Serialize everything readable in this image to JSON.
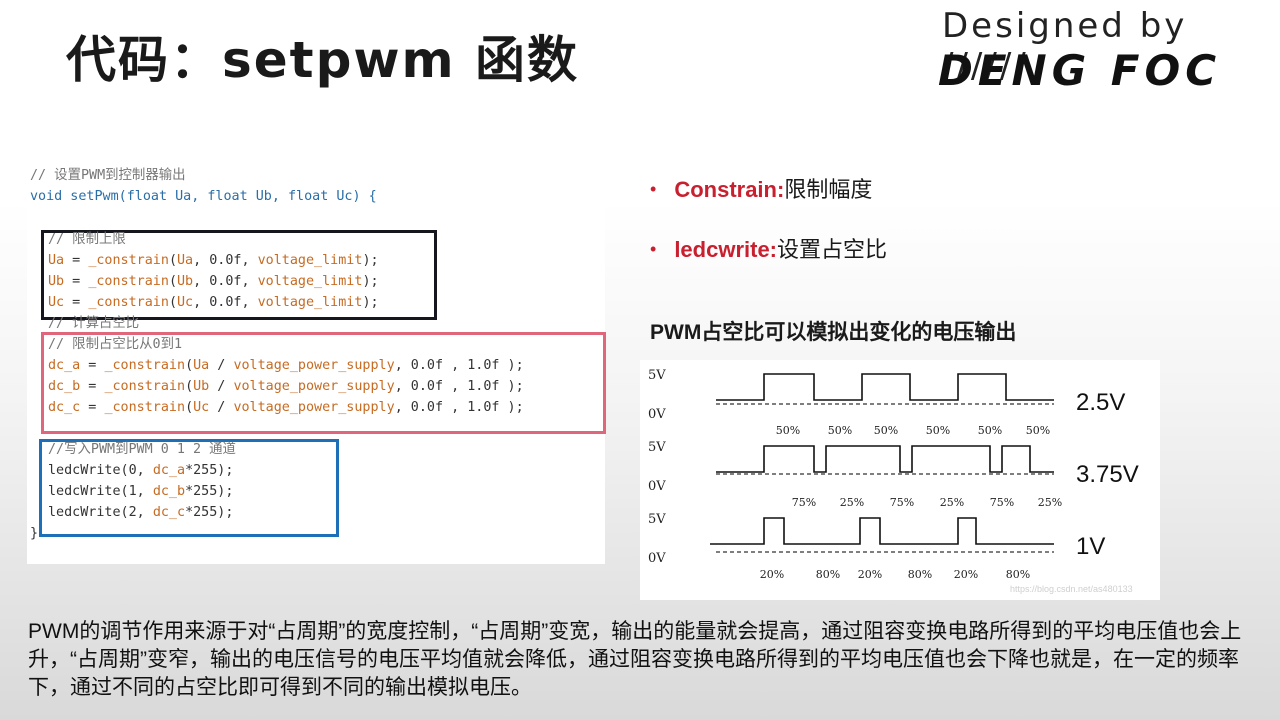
{
  "title": "代码：setpwm 函数",
  "brand": {
    "top": "Designed by  //////",
    "main": "DENG FOC"
  },
  "code": {
    "lines": [
      {
        "text": "// 设置PWM到控制器输出",
        "kind": "comment"
      },
      {
        "text": "void setPwm(float Ua, float Ub, float Uc) {",
        "kind": "blue"
      },
      {
        "text": "",
        "kind": "dark"
      },
      {
        "text": "  // 限制上限",
        "kind": "comment"
      },
      {
        "text": "  Ua = _constrain(Ua, 0.0f, voltage_limit);",
        "kind": "mixed"
      },
      {
        "text": "  Ub = _constrain(Ub, 0.0f, voltage_limit);",
        "kind": "mixed"
      },
      {
        "text": "  Uc = _constrain(Uc, 0.0f, voltage_limit);",
        "kind": "mixed"
      },
      {
        "text": "  // 计算占空比",
        "kind": "comment"
      },
      {
        "text": "  // 限制占空比从0到1",
        "kind": "comment"
      },
      {
        "text": "  dc_a = _constrain(Ua / voltage_power_supply, 0.0f , 1.0f );",
        "kind": "mixed"
      },
      {
        "text": "  dc_b = _constrain(Ub / voltage_power_supply, 0.0f , 1.0f );",
        "kind": "mixed"
      },
      {
        "text": "  dc_c = _constrain(Uc / voltage_power_supply, 0.0f , 1.0f );",
        "kind": "mixed"
      },
      {
        "text": "",
        "kind": "dark"
      },
      {
        "text": "  //写入PWM到PWM 0 1 2 通道",
        "kind": "comment"
      },
      {
        "text": "  ledcWrite(0, dc_a*255);",
        "kind": "dark"
      },
      {
        "text": "  ledcWrite(1, dc_b*255);",
        "kind": "dark"
      },
      {
        "text": "  ledcWrite(2, dc_c*255);",
        "kind": "dark"
      },
      {
        "text": "}",
        "kind": "dark"
      }
    ]
  },
  "bullets": [
    {
      "key": "Constrain:",
      "value": "限制幅度"
    },
    {
      "key": "ledcwrite:",
      "value": "设置占空比"
    }
  ],
  "bullet_symbol": "•",
  "pwm_caption": "PWM占空比可以模拟出变化的电压输出",
  "pwm_figure": {
    "rows": [
      {
        "high_label": "5V",
        "low_label": "0V",
        "value_label": "2.5V",
        "duty_labels": [
          "50%",
          "50%",
          "50%",
          "50%",
          "50%",
          "50%"
        ]
      },
      {
        "high_label": "5V",
        "low_label": "0V",
        "value_label": "3.75V",
        "duty_labels": [
          "75%",
          "25%",
          "75%",
          "25%",
          "75%",
          "25%"
        ]
      },
      {
        "high_label": "5V",
        "low_label": "0V",
        "value_label": "1V",
        "duty_labels": [
          "20%",
          "80%",
          "20%",
          "80%",
          "20%",
          "80%"
        ]
      }
    ],
    "watermark": "https://blog.csdn.net/as480133"
  },
  "bottom_text": "PWM的调节作用来源于对“占周期”的宽度控制，“占周期”变宽，输出的能量就会提高，通过阻容变换电路所得到的平均电压值也会上升，“占周期”变窄，输出的电压信号的电压平均值就会降低，通过阻容变换电路所得到的平均电压值也会下降也就是，在一定的频率下，通过不同的占空比即可得到不同的输出模拟电压。"
}
